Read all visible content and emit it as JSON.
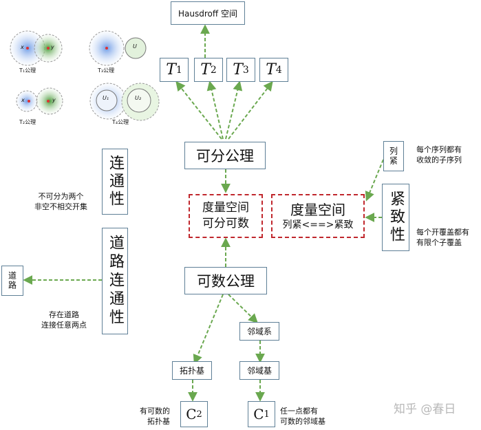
{
  "nodes": {
    "hausdorff": "Hausdroff 空间",
    "t1": "T",
    "t1_sub": "1",
    "t2": "T",
    "t2_sub": "2",
    "t3": "T",
    "t3_sub": "3",
    "t4": "T",
    "t4_sub": "4",
    "separable_axiom": "可分公理",
    "metric_separable": "度量空间\n可分可数",
    "metric_compact_title": "度量空间",
    "metric_compact_sub": "列紧<==>紧致",
    "seq_compact": "列紧",
    "compact": "紧致性",
    "connected": "连通性",
    "path_connected": "道路连通性",
    "path": "道路",
    "countable_axiom": "可数公理",
    "neighborhood_system": "邻域系",
    "topological_base": "拓扑基",
    "neighborhood_base": "邻域基",
    "c2": "C",
    "c2_sub": "2",
    "c1": "C",
    "c1_sub": "1"
  },
  "notes": {
    "connected_note": "不可分为两个\n非空不相交开集",
    "path_note": "存在道路\n连接任意两点",
    "seq_compact_note": "每个序列都有\n收敛的子序列",
    "compact_note": "每个开覆盖都有\n有限个子覆盖",
    "c2_note": "有可数的\n拓扑基",
    "c1_note": "任一点都有\n可数的邻域基"
  },
  "illustrations": {
    "t1_caption": "T₁公理",
    "t2_caption": "T₂公理",
    "t3_caption": "T₃公理",
    "t4_caption": "T₄公理",
    "x": "x",
    "y": "y",
    "u": "U",
    "u1": "U₁",
    "u2": "U₂"
  },
  "watermark": "知乎 @春日",
  "colors": {
    "box_border": "#5e7f96",
    "dashed_red": "#c0262c",
    "arrow_green": "#6aa84f"
  }
}
